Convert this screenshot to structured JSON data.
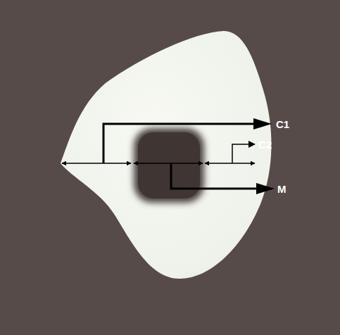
{
  "diagram": {
    "labels": [
      "C1",
      "C2",
      "M"
    ]
  }
}
